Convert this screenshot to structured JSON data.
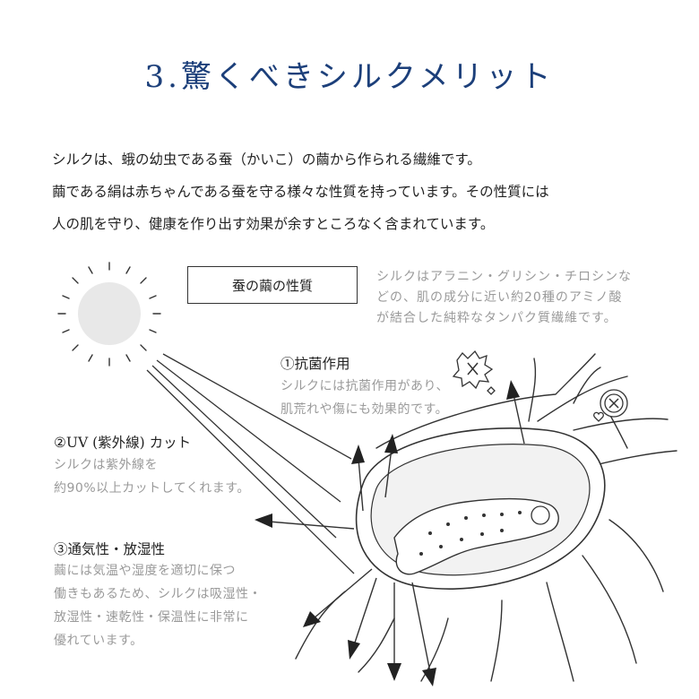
{
  "title": "3.驚くべきシルクメリット",
  "intro": {
    "lines": [
      "シルクは、蛾の幼虫である蚕（かいこ）の繭から作られる繊維です。",
      "繭である絹は赤ちゃんである蚕を守る様々な性質を持っています。その性質には",
      "人の肌を守り、健康を作り出す効果が余すところなく含まれています。"
    ]
  },
  "box_label": "蚕の繭の性質",
  "box_note": {
    "lines": [
      "シルクはアラニン・グリシン・チロシンな",
      "どの、肌の成分に近い約20種のアミノ酸",
      "が結合した純粋なタンパク質繊維です。"
    ]
  },
  "features": [
    {
      "title": "①抗菌作用",
      "lines": [
        "シルクには抗菌作用があり、",
        "肌荒れや傷にも効果的です。"
      ]
    },
    {
      "title": "②UV (紫外線) カット",
      "lines": [
        "シルクは紫外線を",
        "約90%以上カットしてくれます。"
      ]
    },
    {
      "title": "③通気性・放湿性",
      "lines": [
        "繭には気温や湿度を適切に保つ",
        "働きもあるため、シルクは吸湿性・",
        "放湿性・速乾性・保温性に非常に",
        "優れています。"
      ]
    }
  ],
  "colors": {
    "title": "#1c3f7a",
    "text": "#222222",
    "subtext": "#9a9a9a",
    "sun": "#e8e8e8"
  },
  "icons": [
    "sun-icon",
    "germ-icon",
    "cocoon-illustration",
    "silkworm-illustration"
  ]
}
